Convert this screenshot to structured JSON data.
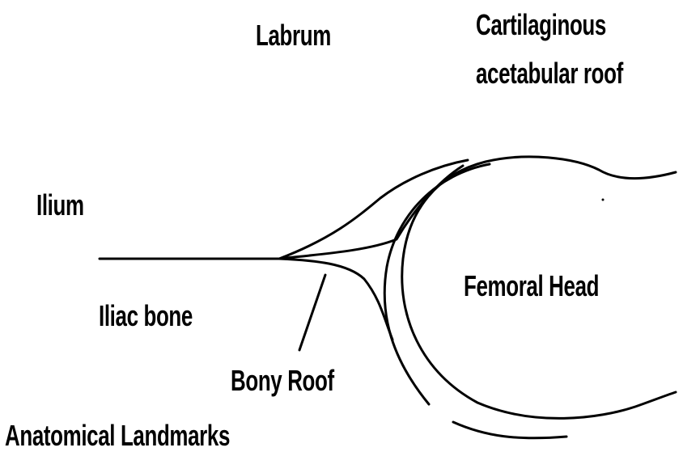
{
  "diagram": {
    "labels": {
      "labrum": "Labrum",
      "cartilaginous_roof_line1": "Cartilaginous",
      "cartilaginous_roof_line2": "acetabular roof",
      "ilium": "Ilium",
      "femoral_head": "Femoral Head",
      "iliac_bone": "Iliac bone",
      "bony_roof": "Bony Roof",
      "anatomical_landmarks": "Anatomical Landmarks"
    },
    "colors": {
      "line": "#000000",
      "background": "#ffffff"
    }
  }
}
